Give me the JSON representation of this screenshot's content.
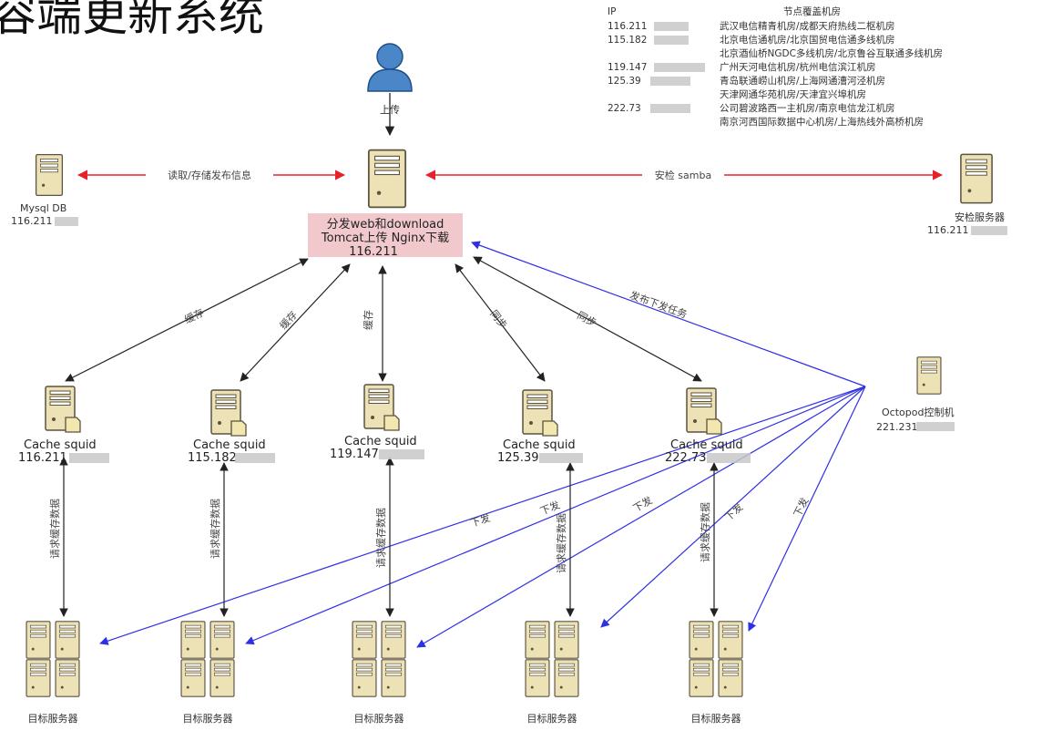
{
  "title": "容端更新系统",
  "colors": {
    "red": "#e8202a",
    "black": "#222222",
    "blue": "#2f2fe6",
    "tower": "#ede1b6",
    "highlight": "#f1c9cd"
  },
  "user": {
    "label": "上传"
  },
  "main_server": {
    "line1": "分发web和download",
    "line2": "Tomcat上传 Nginx下载",
    "ip": "116.211"
  },
  "mysql": {
    "name": "Mysql DB",
    "ip": "116.211"
  },
  "security": {
    "name": "安检服务器",
    "ip": "116.211"
  },
  "octopod": {
    "name": "Octopod控制机",
    "ip": "221.231"
  },
  "edges": {
    "read_store": "读取/存储发布信息",
    "samba": "安检 samba",
    "publish_task": "发布下发任务",
    "cache1": "缓存",
    "cache2": "缓存",
    "cache3": "缓存",
    "sync1": "同步",
    "sync2": "同步",
    "dispatch": "下发",
    "request_cache": "请求缓存数据"
  },
  "caches": [
    {
      "name": "Cache squid",
      "ip": "116.211"
    },
    {
      "name": "Cache squid",
      "ip": "115.182"
    },
    {
      "name": "Cache squid",
      "ip": "119.147"
    },
    {
      "name": "Cache squid",
      "ip": "125.39"
    },
    {
      "name": "Cache squid",
      "ip": "222.73"
    }
  ],
  "targets": [
    {
      "label": "目标服务器"
    },
    {
      "label": "目标服务器"
    },
    {
      "label": "目标服务器"
    },
    {
      "label": "目标服务器"
    },
    {
      "label": "目标服务器"
    }
  ],
  "node_table": {
    "headers": [
      "IP",
      "节点覆盖机房"
    ],
    "rows": [
      {
        "ip": "116.211",
        "rooms": "武汉电信精青机房/成都天府热线二枢机房"
      },
      {
        "ip": "115.182",
        "rooms": "北京电信通机房/北京国贸电信通多线机房"
      },
      {
        "ip": "",
        "rooms": "北京酒仙桥NGDC多线机房/北京鲁谷互联通多线机房"
      },
      {
        "ip": "119.147",
        "rooms": "广州天河电信机房/杭州电信滨江机房"
      },
      {
        "ip": "125.39",
        "rooms": "青岛联通崂山机房/上海网通漕河泾机房"
      },
      {
        "ip": "",
        "rooms": "天津网通华苑机房/天津宜兴埠机房"
      },
      {
        "ip": "222.73",
        "rooms": "公司碧波路西一主机房/南京电信龙江机房"
      },
      {
        "ip": "",
        "rooms": "南京河西国际数据中心机房/上海热线外高桥机房"
      }
    ]
  }
}
